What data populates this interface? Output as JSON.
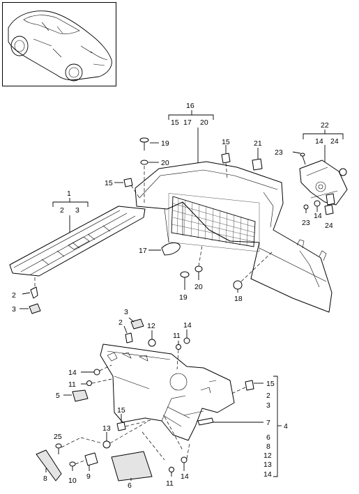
{
  "diagram": {
    "callouts": {
      "c1": "1",
      "c2a": "2",
      "c3a": "3",
      "c16": "16",
      "c15a": "15",
      "c17": "17",
      "c20a": "20",
      "c22": "22",
      "c14a": "14",
      "c24a": "24",
      "n19a": "19",
      "n20b": "20",
      "n15b": "15",
      "n15c": "15",
      "n21": "21",
      "n23a": "23",
      "n23b": "23",
      "n14b": "14",
      "n24b": "24",
      "n17": "17",
      "n19b": "19",
      "n20c": "20",
      "n18": "18",
      "n2b": "2",
      "n3b": "3",
      "n3c": "3",
      "n2c": "2",
      "n12a": "12",
      "n11a": "11",
      "n14c": "14",
      "n14d": "14",
      "n11b": "11",
      "n5": "5",
      "n15d": "15",
      "r2": "2",
      "r3": "3",
      "n7": "7",
      "n4": "4",
      "r6": "6",
      "r8": "8",
      "r12": "12",
      "r13": "13",
      "r14": "14",
      "n15e": "15",
      "n25": "25",
      "n13": "13",
      "n8": "8",
      "n10": "10",
      "n9": "9",
      "n6": "6",
      "n11c": "11",
      "n14e": "14"
    }
  }
}
